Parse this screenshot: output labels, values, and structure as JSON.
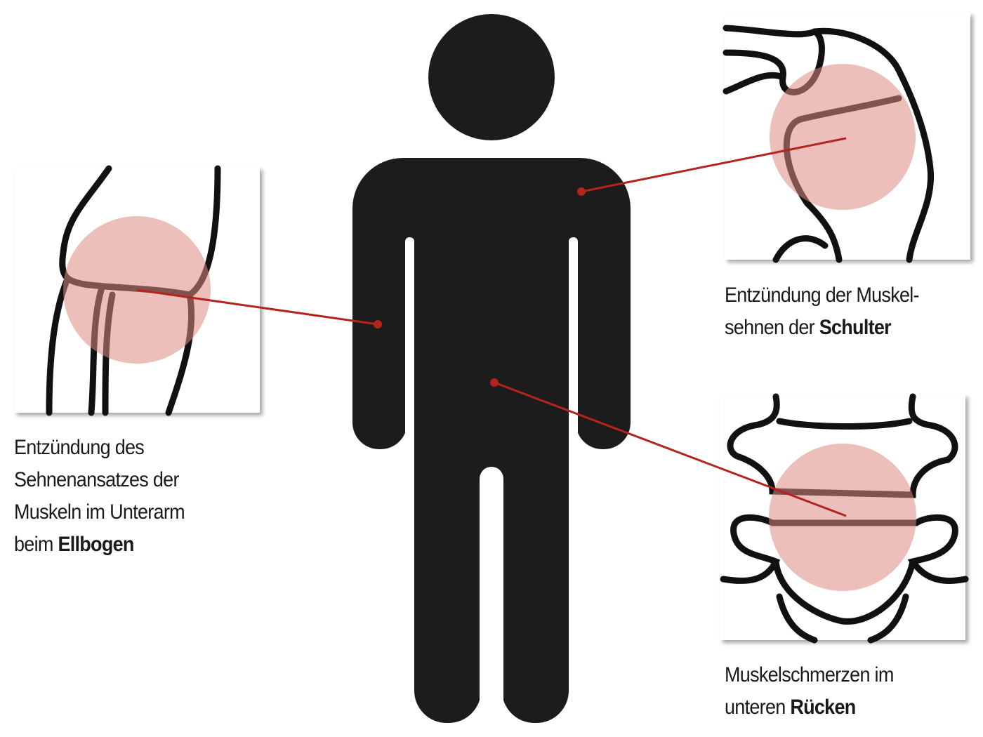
{
  "labels": {
    "elbow": {
      "lines": [
        "Entzündung des",
        "Sehnenansatzes der",
        "Muskeln im Unterarm"
      ],
      "last_prefix": "beim ",
      "bold": "Ellbogen"
    },
    "shoulder": {
      "lines": [
        "Entzündung der Muskel-"
      ],
      "last_prefix": "sehnen der ",
      "bold": "Schulter"
    },
    "back": {
      "lines": [
        "Muskelschmerzen im"
      ],
      "last_prefix": "unteren ",
      "bold": "Rücken"
    }
  },
  "colors": {
    "figure": "#1c1c1c",
    "pointer": "#b5231e",
    "inflammation": "#e3a29c"
  }
}
